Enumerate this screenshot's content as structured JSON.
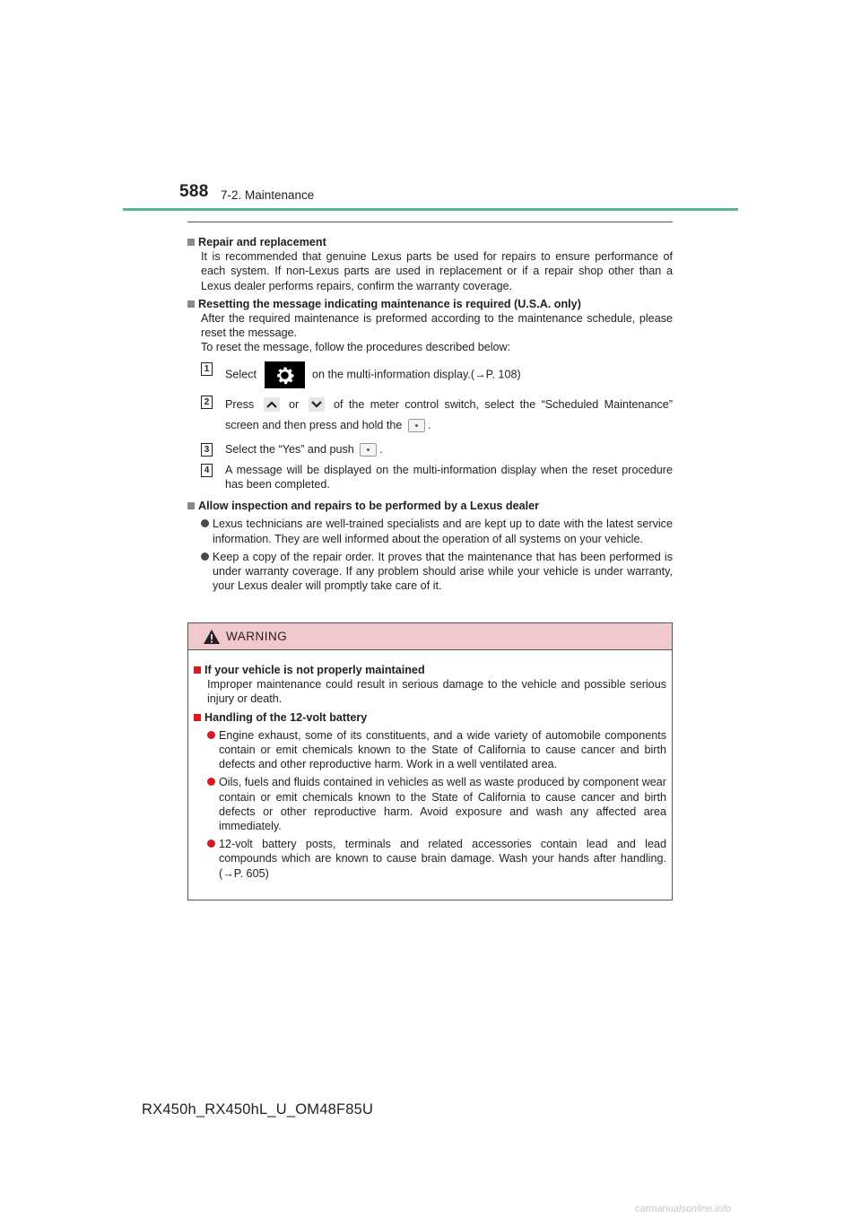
{
  "header": {
    "page_number": "588",
    "section": "7-2. Maintenance"
  },
  "repair": {
    "heading": "Repair and replacement",
    "text": "It is recommended that genuine Lexus parts be used for repairs to ensure performance of each system. If non-Lexus parts are used in replacement or if a repair shop other than a Lexus dealer performs repairs, confirm the warranty coverage."
  },
  "reset": {
    "heading": "Resetting the message indicating maintenance is required (U.S.A. only)",
    "text": "After the required maintenance is preformed according to the maintenance schedule, please reset the message.",
    "text2": "To reset the message, follow the procedures described below:",
    "steps": [
      {
        "num": "1",
        "a": "Select",
        "b": "on the multi-information display.(→P. 108)"
      },
      {
        "num": "2",
        "a": "Press",
        "or": "or",
        "b": "of the meter control switch, select the “Scheduled Maintenance” screen and then press and hold the",
        "c": "."
      },
      {
        "num": "3",
        "a": "Select the “Yes” and push",
        "c": "."
      },
      {
        "num": "4",
        "a": "A message will be displayed on the multi-information display when the reset procedure has been completed."
      }
    ]
  },
  "inspection": {
    "heading": "Allow inspection and repairs to be performed by a Lexus dealer",
    "bullets": [
      "Lexus technicians are well-trained specialists and are kept up to date with the latest service information. They are well informed about the operation of all systems on your vehicle.",
      "Keep a copy of the repair order. It proves that the maintenance that has been performed is under warranty coverage. If any problem should arise while your vehicle is under warranty, your Lexus dealer will promptly take care of it."
    ]
  },
  "warning": {
    "title": "WARNING",
    "h1": "If your vehicle is not properly maintained",
    "t1": "Improper maintenance could result in serious damage to the vehicle and possible serious injury or death.",
    "h2": "Handling of the 12-volt battery",
    "bullets": [
      "Engine exhaust, some of its constituents, and a wide variety of automobile components contain or emit chemicals known to the State of California to cause cancer and birth defects and other reproductive harm. Work in a well ventilated area.",
      "Oils, fuels and fluids contained in vehicles as well as waste produced by component wear contain or emit chemicals known to the State of California to cause cancer and birth defects or other reproductive harm. Avoid exposure and wash any affected area immediately.",
      "12-volt battery posts, terminals and related accessories contain lead and lead compounds which are known to cause brain damage. Wash your hands after handling. (→P. 605)"
    ]
  },
  "footer": {
    "code": "RX450h_RX450hL_U_OM48F85U",
    "watermark": "carmanualsonline.info"
  },
  "colors": {
    "accent": "#5bb48f",
    "warning_bg": "#f1c9cd",
    "warning_mark": "#d71a20"
  },
  "icons": [
    "settings-icon",
    "up-chevron-icon",
    "down-chevron-icon",
    "ok-button-icon",
    "warning-triangle-icon"
  ]
}
